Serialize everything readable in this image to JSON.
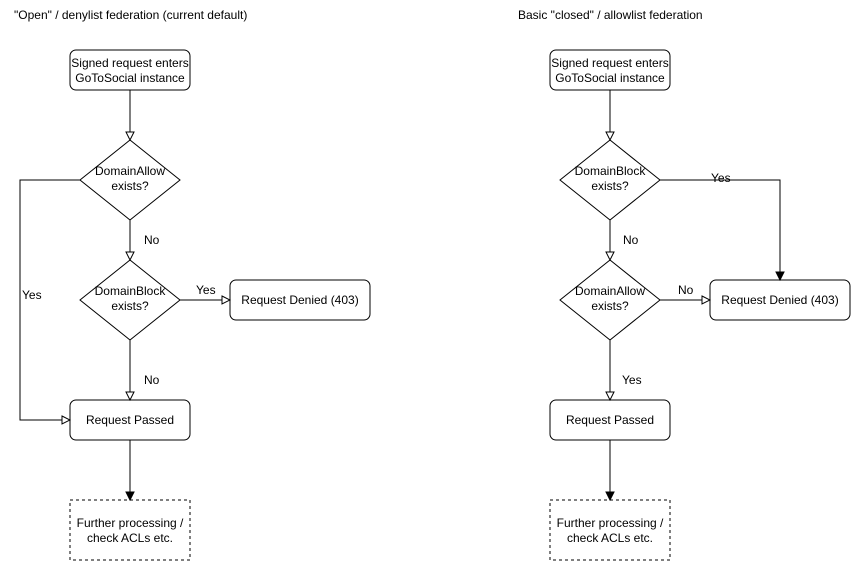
{
  "left": {
    "title": "\"Open\" / denylist federation (current default)",
    "start": [
      "Signed request enters",
      "GoToSocial instance"
    ],
    "decision1": [
      "DomainAllow",
      "exists?"
    ],
    "decision2": [
      "DomainBlock",
      "exists?"
    ],
    "denied": "Request Denied (403)",
    "passed": "Request Passed",
    "further": [
      "Further processing /",
      "check ACLs etc."
    ],
    "labels": {
      "d1_no": "No",
      "d1_yes": "Yes",
      "d2_yes": "Yes",
      "d2_no": "No"
    }
  },
  "right": {
    "title": "Basic \"closed\" / allowlist federation",
    "start": [
      "Signed request enters",
      "GoToSocial instance"
    ],
    "decision1": [
      "DomainBlock",
      "exists?"
    ],
    "decision2": [
      "DomainAllow",
      "exists?"
    ],
    "denied": "Request Denied (403)",
    "passed": "Request Passed",
    "further": [
      "Further processing /",
      "check ACLs etc."
    ],
    "labels": {
      "d1_yes": "Yes",
      "d1_no": "No",
      "d2_no": "No",
      "d2_yes": "Yes"
    }
  }
}
